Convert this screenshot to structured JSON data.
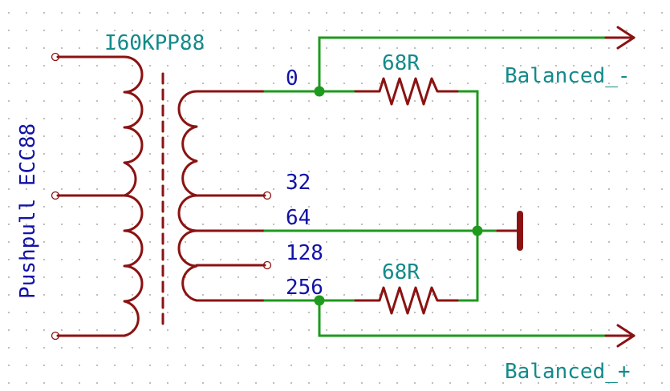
{
  "transformer": {
    "reference": "I60KPP88"
  },
  "primary": {
    "label": "Pushpull ECC88"
  },
  "taps": [
    "0",
    "32",
    "64",
    "128",
    "256"
  ],
  "resistors": {
    "top": "68R",
    "bottom": "68R"
  },
  "outputs": {
    "negative": "Balanced_-",
    "positive": "Balanced_+"
  },
  "colors": {
    "wire": "#1e9a1e",
    "component": "#8b1212",
    "pin_label": "#1212a8",
    "net_label": "#138a8a"
  },
  "icons": {
    "ground": "ground-bar-symbol",
    "output_arrow": "hierarchical-label-arrow"
  }
}
